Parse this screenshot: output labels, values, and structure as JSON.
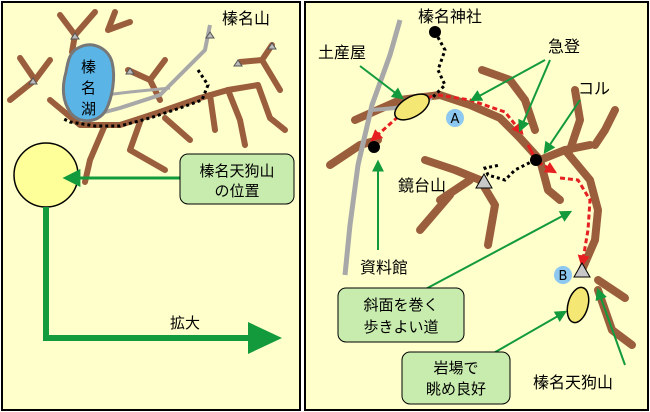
{
  "left_map": {
    "mountain_label": "榛名山",
    "lake_label_lines": [
      "榛",
      "名",
      "湖"
    ],
    "callout_lines": [
      "榛名天狗山",
      "の位置"
    ],
    "zoom_label": "拡大"
  },
  "right_map": {
    "shrine_label": "榛名神社",
    "shop_label": "土産屋",
    "steep_label": "急登",
    "col_label": "コル",
    "kagamidai_label": "鏡台山",
    "museum_label": "資料館",
    "point_a": "A",
    "point_b": "B",
    "slope_callout_lines": [
      "斜面を巻く",
      "歩きよい道"
    ],
    "rock_callout_lines": [
      "岩場で",
      "眺め良好"
    ],
    "tengu_label": "榛名天狗山"
  },
  "colors": {
    "background": "#ffffcc",
    "ridge": "#9b5e3c",
    "road": "#a8a8a8",
    "lake": "#5ab4e6",
    "route": "#e62020",
    "arrow": "#139a3c",
    "callout": "#c8ecae",
    "highlight": "#f4e774",
    "circle_a_b": "#8cc8f0"
  }
}
